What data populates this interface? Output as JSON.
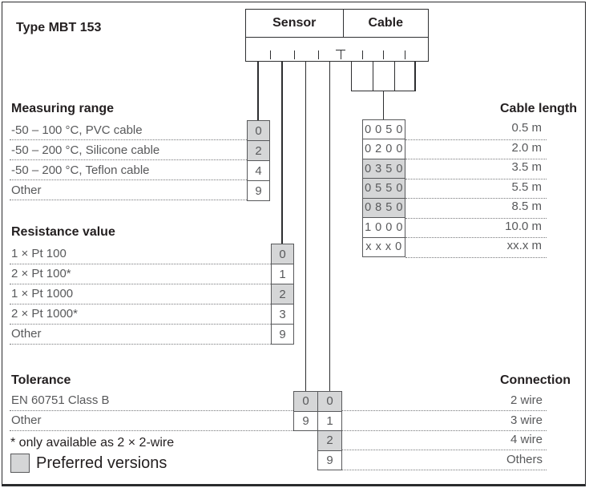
{
  "title": "Type MBT 153",
  "code_header": {
    "sensor": "Sensor",
    "cable": "Cable"
  },
  "sections": {
    "measuring_range": {
      "title": "Measuring range",
      "rows": [
        {
          "label": "-50 – 100 °C, PVC cable",
          "code": "0",
          "preferred": true
        },
        {
          "label": "-50 – 200 °C, Silicone cable",
          "code": "2",
          "preferred": true
        },
        {
          "label": "-50 – 200 °C, Teflon cable",
          "code": "4",
          "preferred": false
        },
        {
          "label": "Other",
          "code": "9",
          "preferred": false
        }
      ]
    },
    "resistance_value": {
      "title": "Resistance value",
      "rows": [
        {
          "label": "1 × Pt 100",
          "code": "0",
          "preferred": true
        },
        {
          "label": "2 × Pt 100*",
          "code": "1",
          "preferred": false
        },
        {
          "label": "1 × Pt 1000",
          "code": "2",
          "preferred": true
        },
        {
          "label": "2 × Pt 1000*",
          "code": "3",
          "preferred": false
        },
        {
          "label": "Other",
          "code": "9",
          "preferred": false
        }
      ]
    },
    "tolerance": {
      "title": "Tolerance",
      "rows": [
        {
          "label": "EN 60751 Class B",
          "code": "0",
          "preferred": true
        },
        {
          "label": "Other",
          "code": "9",
          "preferred": false
        }
      ]
    },
    "connection": {
      "title": "Connection",
      "rows": [
        {
          "label": "2 wire",
          "code": "0",
          "preferred": true
        },
        {
          "label": "3 wire",
          "code": "1",
          "preferred": false
        },
        {
          "label": "4 wire",
          "code": "2",
          "preferred": true
        },
        {
          "label": "Others",
          "code": "9",
          "preferred": false
        }
      ]
    },
    "cable_length": {
      "title": "Cable length",
      "rows": [
        {
          "code": "0 0 5 0",
          "label": "0.5 m",
          "preferred": false
        },
        {
          "code": "0 2 0 0",
          "label": "2.0 m",
          "preferred": false
        },
        {
          "code": "0 3 5 0",
          "label": "3.5 m",
          "preferred": true
        },
        {
          "code": "0 5 5 0",
          "label": "5.5 m",
          "preferred": true
        },
        {
          "code": "0 8 5 0",
          "label": "8.5 m",
          "preferred": true
        },
        {
          "code": "1 0 0 0",
          "label": "10.0 m",
          "preferred": false
        },
        {
          "code": "x x x 0",
          "label": "xx.x m",
          "preferred": false
        }
      ]
    }
  },
  "footnote": "* only available as 2 × 2-wire",
  "legend": {
    "preferred_label": "Preferred versions"
  },
  "colors": {
    "preferred_fill": "#d5d6d7",
    "text_gray": "#58595b",
    "heading": "#231f20"
  }
}
